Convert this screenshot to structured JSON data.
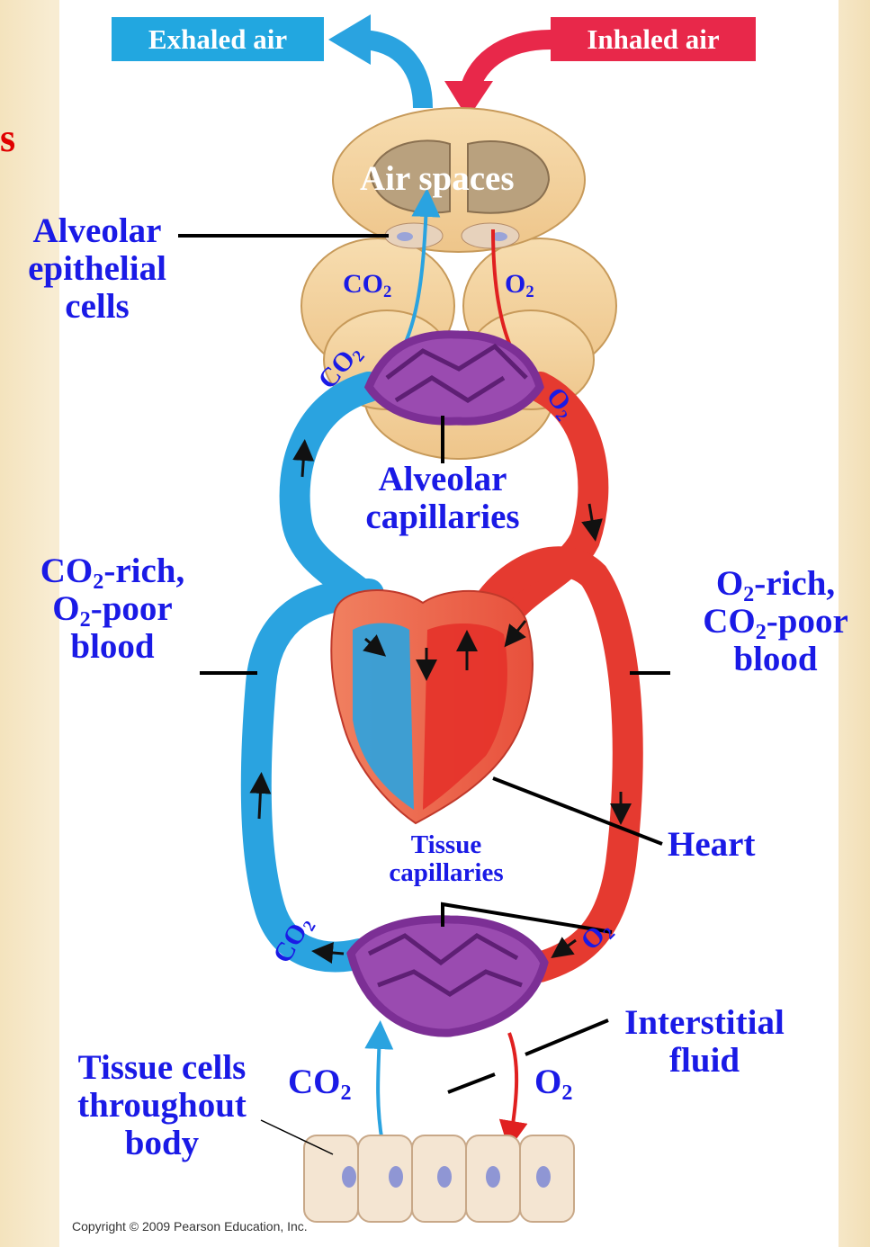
{
  "slide_fragment": "s",
  "header": {
    "exhaled": "Exhaled air",
    "inhaled": "Inhaled air"
  },
  "labels": {
    "air_spaces": "Air spaces",
    "alveolar_epithelial": [
      "Alveolar",
      "epithelial",
      "cells"
    ],
    "co2_upper": "CO",
    "o2_upper": "O",
    "alveolar_capillaries": [
      "Alveolar",
      "capillaries"
    ],
    "co2_rich": [
      "CO",
      "-rich,"
    ],
    "o2_poor": [
      "O",
      "-poor"
    ],
    "blood": "blood",
    "o2_rich": [
      "O",
      "-rich,"
    ],
    "co2_poor": [
      "CO",
      "-poor"
    ],
    "heart": "Heart",
    "tissue_capillaries": [
      "Tissue",
      "capillaries"
    ],
    "interstitial": [
      "Interstitial",
      "fluid"
    ],
    "tissue_cells": [
      "Tissue cells",
      "throughout",
      "body"
    ],
    "co2_bottom": "CO",
    "o2_bottom": "O",
    "sub2": "2"
  },
  "copyright": "Copyright © 2009 Pearson Education, Inc.",
  "colors": {
    "oxygen_red": "#e02020",
    "co2_blue": "#2aa3e0",
    "capillary_purple": "#8a3aa0",
    "label_blue": "#1a1ae6",
    "lung_tan": "#f2cf95"
  }
}
